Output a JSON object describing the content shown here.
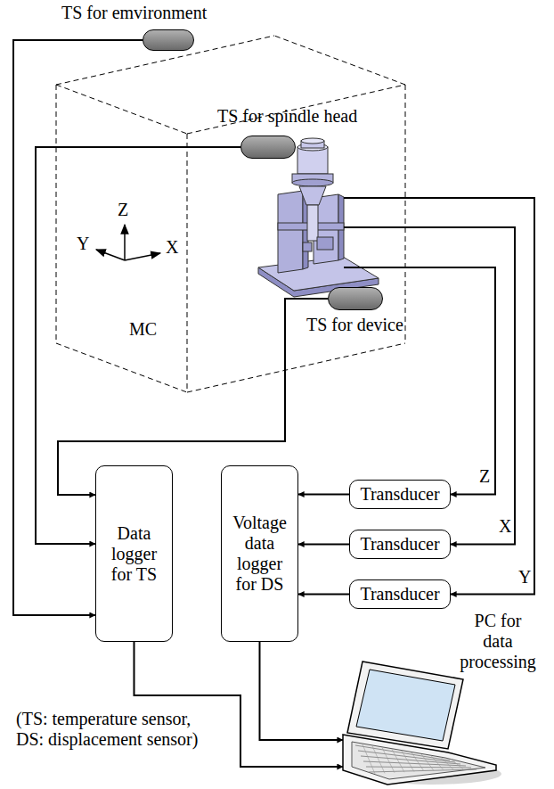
{
  "diagram": {
    "nodes": [
      {
        "text": [
          "TS for emvironment"
        ]
      },
      {
        "text": [
          "MC"
        ]
      },
      {
        "text": [
          "TS for spindle head"
        ],
        "in": 1
      },
      {
        "text": [
          "TS for device"
        ],
        "in": 1
      },
      {
        "text": [
          "Data logger for TS"
        ]
      },
      {
        "text": [
          "Voltage data logger for DS"
        ]
      },
      {
        "text": [
          "Transducer"
        ]
      },
      {
        "text": [
          "Transducer"
        ]
      },
      {
        "text": [
          "Transducer"
        ]
      },
      {
        "text": [
          "PC for data processing"
        ]
      }
    ],
    "edges": [
      {
        "from": 0,
        "to": 4,
        "arrow": "to"
      },
      {
        "from": 2,
        "to": 4,
        "arrow": "to"
      },
      {
        "from": 3,
        "to": 4,
        "arrow": "to"
      },
      {
        "from": 6,
        "to": 5,
        "arrow": "to"
      },
      {
        "from": 7,
        "to": 5,
        "arrow": "to"
      },
      {
        "from": 8,
        "to": 5,
        "arrow": "to"
      },
      {
        "from": 4,
        "to": 9,
        "arrow": "to"
      },
      {
        "from": 5,
        "to": 9,
        "arrow": "to"
      }
    ],
    "labels": [
      "Z",
      "Y",
      "X",
      "Z",
      "X",
      "Y",
      "(TS: temperature sensor, DS: displacement sensor)"
    ]
  }
}
